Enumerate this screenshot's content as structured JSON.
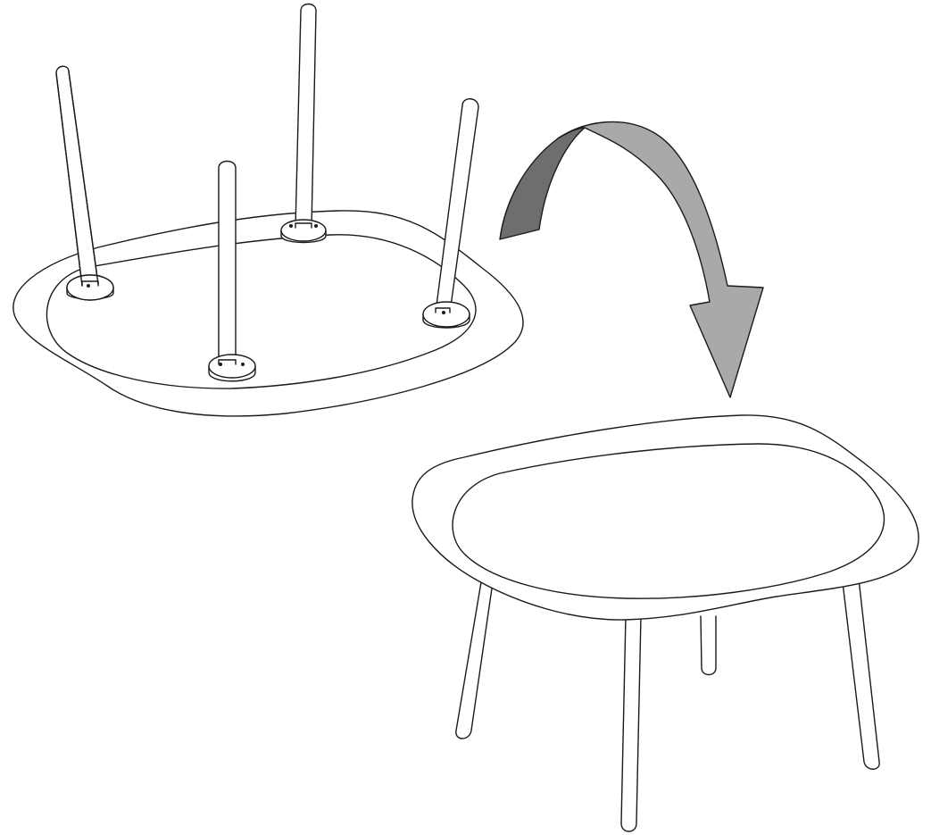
{
  "figure": {
    "steps": [
      {
        "id": "upside-down-table",
        "legs": 4,
        "orientation": "inverted"
      },
      {
        "id": "upright-table",
        "legs": 4,
        "orientation": "upright"
      }
    ],
    "arrow": {
      "direction": "flip",
      "colors": {
        "inner_face": "#6e6e70",
        "outer_face": "#a9a9ab",
        "outline": "#1a1a1a"
      }
    }
  }
}
